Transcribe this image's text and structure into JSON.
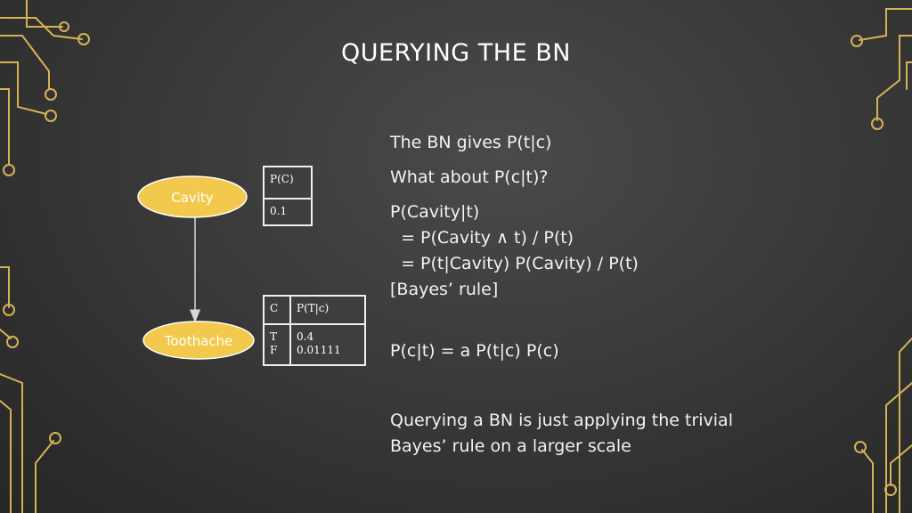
{
  "slide": {
    "title": "QUERYING THE BN"
  },
  "diagram": {
    "nodes": [
      {
        "id": "cavity",
        "label": "Cavity"
      },
      {
        "id": "toothache",
        "label": "Toothache"
      }
    ],
    "edges": [
      {
        "from": "cavity",
        "to": "toothache"
      }
    ],
    "cpt_cavity": {
      "header": "P(C)",
      "value": "0.1"
    },
    "cpt_toothache": {
      "headers": [
        "C",
        "P(T|c)"
      ],
      "conditions": [
        "T",
        "F"
      ],
      "values": [
        "0.4",
        "0.01111"
      ]
    }
  },
  "content": {
    "line1": "The BN gives P(t|c)",
    "line2": "What about P(c|t)?",
    "derivation": [
      "P(Cavity|t)",
      "  = P(Cavity ∧ t) / P(t)",
      "  = P(t|Cavity) P(Cavity) / P(t)",
      "[Bayes’ rule]"
    ],
    "result": "P(c|t) = a P(t|c) P(c)",
    "conclusion": [
      "Querying a BN is just applying the trivial",
      "Bayes’ rule on a larger scale"
    ]
  },
  "colors": {
    "node_fill": "#f2c94c",
    "circuit": "#d6b256",
    "edge": "#d9d9d9"
  }
}
